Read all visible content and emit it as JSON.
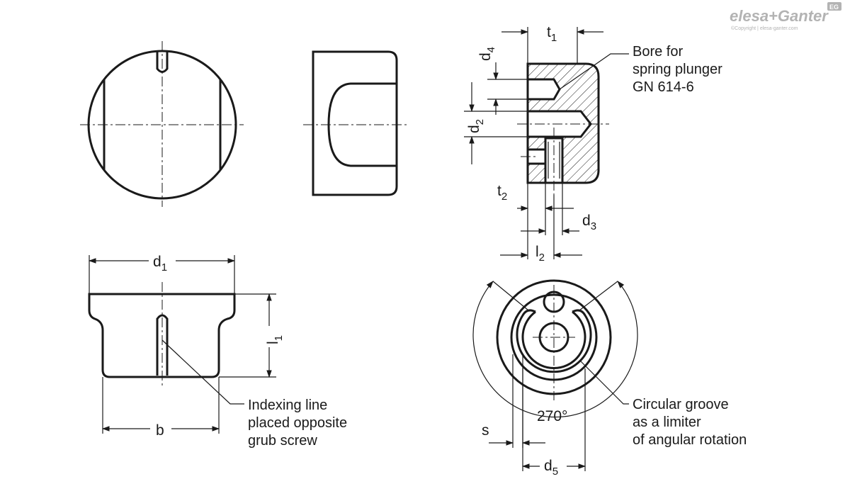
{
  "brand": {
    "logo_text": "elesa+Ganter",
    "badge": "EG",
    "copyright": "©Copyright | elesa-ganter.com"
  },
  "dimensions": {
    "t1": {
      "main": "t",
      "sub": "1"
    },
    "d4": {
      "main": "d",
      "sub": "4"
    },
    "d2": {
      "main": "d",
      "sub": "2"
    },
    "t2": {
      "main": "t",
      "sub": "2"
    },
    "d3": {
      "main": "d",
      "sub": "3"
    },
    "l2": {
      "main": "l",
      "sub": "2"
    },
    "d1": {
      "main": "d",
      "sub": "1"
    },
    "l1": {
      "main": "l",
      "sub": "1"
    },
    "b": "b",
    "s": "s",
    "d5": {
      "main": "d",
      "sub": "5"
    },
    "angle": "270°"
  },
  "callouts": {
    "bore": [
      "Bore for",
      "spring plunger",
      "GN 614-6"
    ],
    "indexing": [
      "Indexing line",
      "placed opposite",
      "grub screw"
    ],
    "groove": [
      "Circular groove",
      "as a limiter",
      "of angular rotation"
    ]
  }
}
